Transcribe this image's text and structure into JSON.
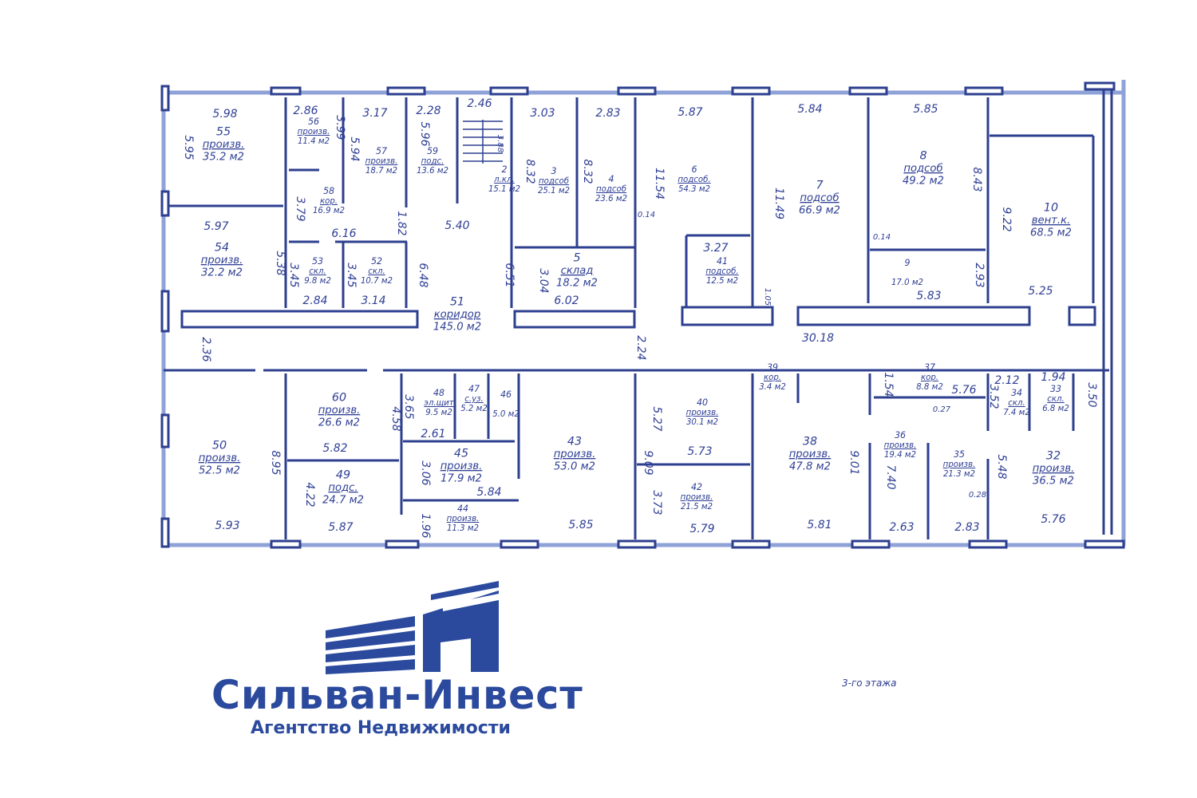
{
  "rooms": [
    {
      "n": "55",
      "t": "произв.",
      "a": "35.2 м2"
    },
    {
      "n": "56",
      "t": "произв.",
      "a": "11.4 м2"
    },
    {
      "n": "57",
      "t": "произв.",
      "a": "18.7 м2"
    },
    {
      "n": "59",
      "t": "подс.",
      "a": "13.6 м2"
    },
    {
      "n": "2",
      "t": "л.кл.",
      "a": "15.1 м2"
    },
    {
      "n": "3",
      "t": "подсоб",
      "a": "25.1 м2"
    },
    {
      "n": "4",
      "t": "подсоб",
      "a": "23.6 м2"
    },
    {
      "n": "6",
      "t": "подсоб.",
      "a": "54.3 м2"
    },
    {
      "n": "7",
      "t": "подсоб",
      "a": "66.9 м2"
    },
    {
      "n": "8",
      "t": "подсоб",
      "a": "49.2 м2"
    },
    {
      "n": "10",
      "t": "вент.к.",
      "a": "68.5 м2"
    },
    {
      "n": "58",
      "t": "кор.",
      "a": "16.9 м2"
    },
    {
      "n": "54",
      "t": "произв.",
      "a": "32.2 м2"
    },
    {
      "n": "53",
      "t": "скл.",
      "a": "9.8 м2"
    },
    {
      "n": "52",
      "t": "скл.",
      "a": "10.7 м2"
    },
    {
      "n": "5",
      "t": "склад",
      "a": "18.2 м2"
    },
    {
      "n": "41",
      "t": "подсоб.",
      "a": "12.5 м2"
    },
    {
      "n": "9",
      "t": "",
      "a": "17.0 м2"
    },
    {
      "n": "51",
      "t": "коридор",
      "a": "145.0 м2"
    },
    {
      "n": "50",
      "t": "произв.",
      "a": "52.5 м2"
    },
    {
      "n": "60",
      "t": "произв.",
      "a": "26.6 м2"
    },
    {
      "n": "48",
      "t": "эл.щит",
      "a": "9.5 м2"
    },
    {
      "n": "47",
      "t": "с.уз.",
      "a": "5.2 м2"
    },
    {
      "n": "46",
      "t": "",
      "a": "5.0 м2"
    },
    {
      "n": "45",
      "t": "произв.",
      "a": "17.9 м2"
    },
    {
      "n": "49",
      "t": "подс.",
      "a": "24.7 м2"
    },
    {
      "n": "44",
      "t": "произв.",
      "a": "11.3 м2"
    },
    {
      "n": "43",
      "t": "произв.",
      "a": "53.0 м2"
    },
    {
      "n": "40",
      "t": "произв.",
      "a": "30.1 м2"
    },
    {
      "n": "42",
      "t": "произв.",
      "a": "21.5 м2"
    },
    {
      "n": "39",
      "t": "кор.",
      "a": "3.4 м2"
    },
    {
      "n": "38",
      "t": "произв.",
      "a": "47.8 м2"
    },
    {
      "n": "37",
      "t": "кор.",
      "a": "8.8 м2"
    },
    {
      "n": "36",
      "t": "произв.",
      "a": "19.4 м2"
    },
    {
      "n": "35",
      "t": "произв.",
      "a": "21.3 м2"
    },
    {
      "n": "34",
      "t": "скл.",
      "a": "7.4 м2"
    },
    {
      "n": "33",
      "t": "скл.",
      "a": "6.8 м2"
    },
    {
      "n": "32",
      "t": "произв.",
      "a": "36.5 м2"
    }
  ],
  "dimensions": [
    "5.98",
    "2.86",
    "3.17",
    "2.28",
    "2.46",
    "3.03",
    "2.83",
    "5.87",
    "5.84",
    "5.85",
    "5.95",
    "3.99",
    "5.94",
    "5.96",
    "3.88",
    "8.32",
    "8.32",
    "11.54",
    "11.49",
    "8.43",
    "9.22",
    "5.97",
    "3.79",
    "6.16",
    "1.82",
    "5.40",
    "0.14",
    "0.14",
    "5.38",
    "3.45",
    "3.45",
    "6.48",
    "6.51",
    "3.04",
    "3.27",
    "1.05",
    "2.93",
    "5.25",
    "2.84",
    "3.14",
    "6.02",
    "5.83",
    "2.36",
    "2.24",
    "30.18",
    "4.58",
    "3.65",
    "2.61",
    "5.82",
    "8.95",
    "4.22",
    "3.06",
    "5.84",
    "5.27",
    "5.73",
    "9.09",
    "3.73",
    "5.93",
    "5.87",
    "1.96",
    "5.85",
    "5.79",
    "5.81",
    "9.01",
    "7.40",
    "2.63",
    "2.83",
    "5.48",
    "0.28",
    "5.76",
    "1.54",
    "5.76",
    "0.27",
    "2.12",
    "1.94",
    "3.52",
    "3.50"
  ],
  "logo": {
    "title": "Сильван-Инвест",
    "subtitle": "Агентство Недвижимости",
    "color": "#2b4a9e"
  },
  "caption": "3-го этажа"
}
